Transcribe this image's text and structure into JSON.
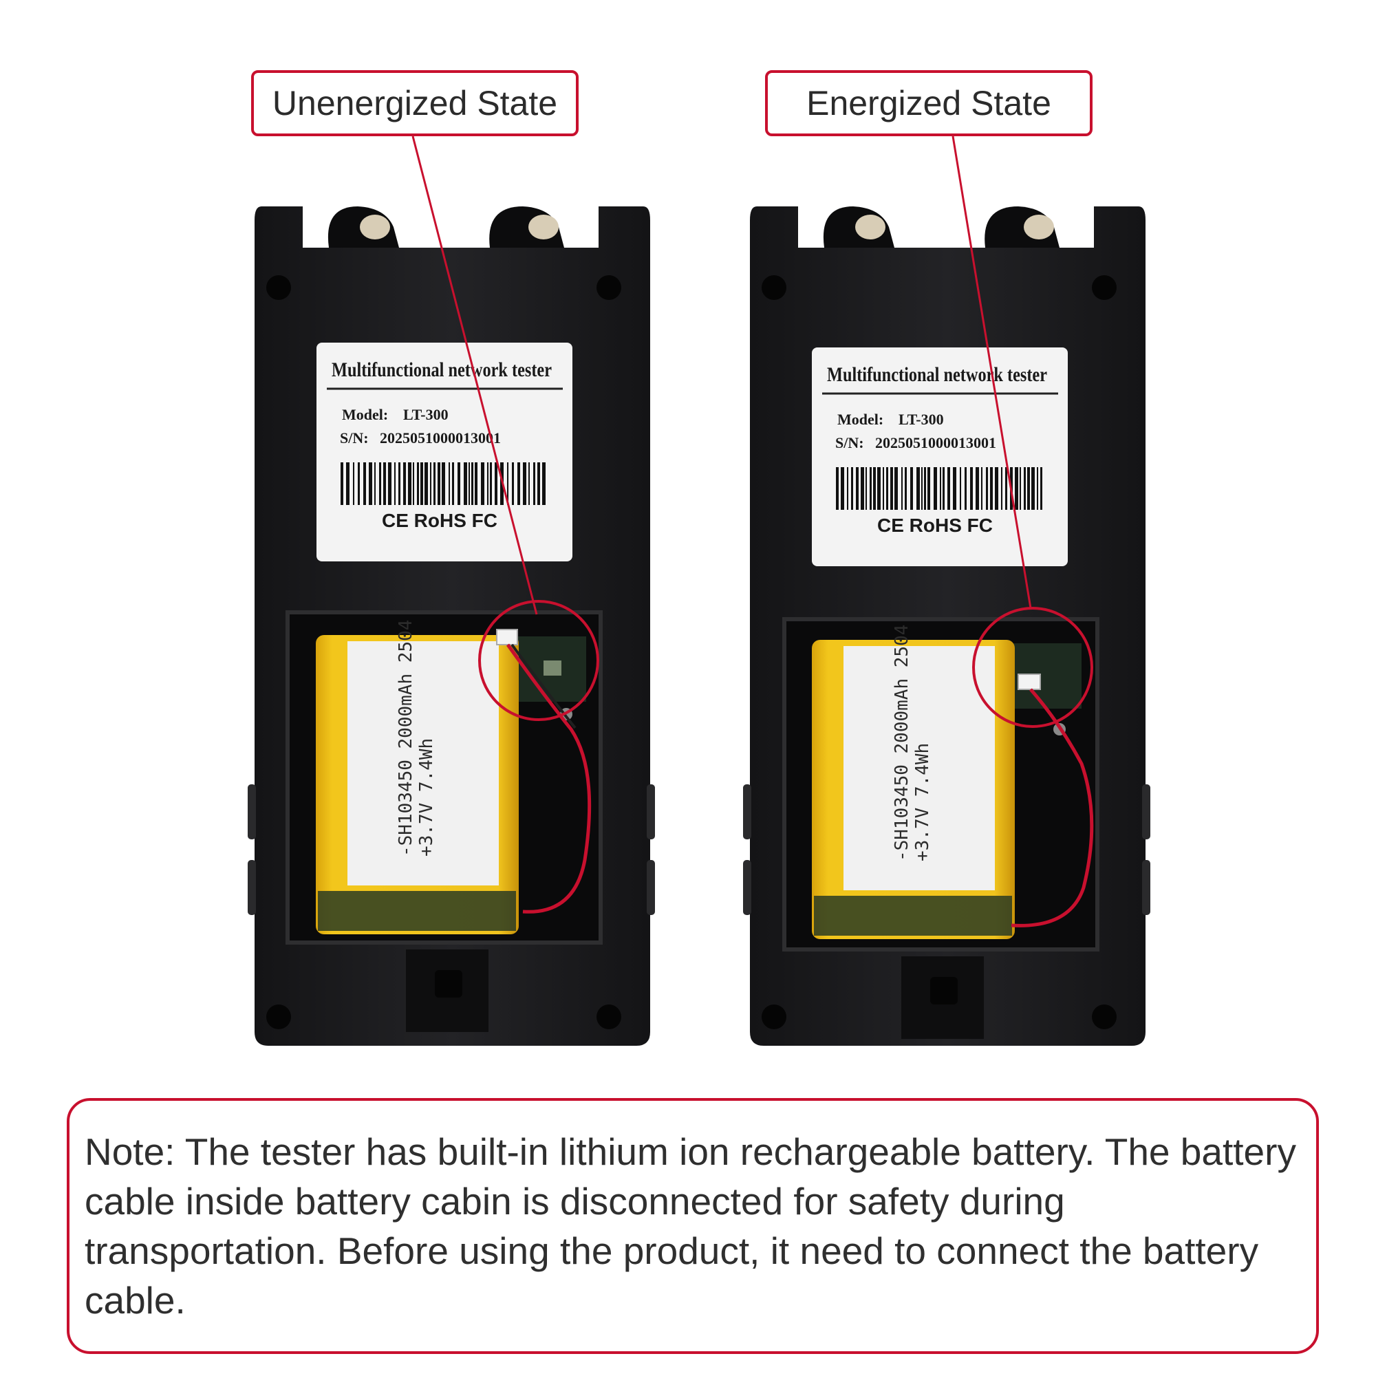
{
  "callouts": {
    "left": "Unenergized State",
    "right": "Energized State"
  },
  "devices": [
    {
      "label_title": "Multifunctional network tester",
      "model_label": "Model:",
      "model_value": "LT-300",
      "sn_label": "S/N:",
      "sn_value": "2025051000013001",
      "cert_marks": "CE RoHS FC",
      "battery_line1": "-SH103450 2000mAh 2504",
      "battery_line2": "+3.7V 7.4Wh",
      "connector_state": "disconnected"
    },
    {
      "label_title": "Multifunctional network tester",
      "model_label": "Model:",
      "model_value": "LT-300",
      "sn_label": "S/N:",
      "sn_value": "2025051000013001",
      "cert_marks": "CE RoHS FC",
      "battery_line1": "-SH103450 2000mAh 2504",
      "battery_line2": "+3.7V 7.4Wh",
      "connector_state": "connected"
    }
  ],
  "note": "Note: The tester has built-in lithium ion rechargeable battery. The battery cable inside battery cabin is disconnected for safety during transportation. Before using the product, it need to connect the battery cable.",
  "colors": {
    "accent_red": "#c8102e",
    "device_body": "#1c1c1e",
    "battery_yellow": "#e9b918",
    "label_white": "#f3f3f3"
  }
}
